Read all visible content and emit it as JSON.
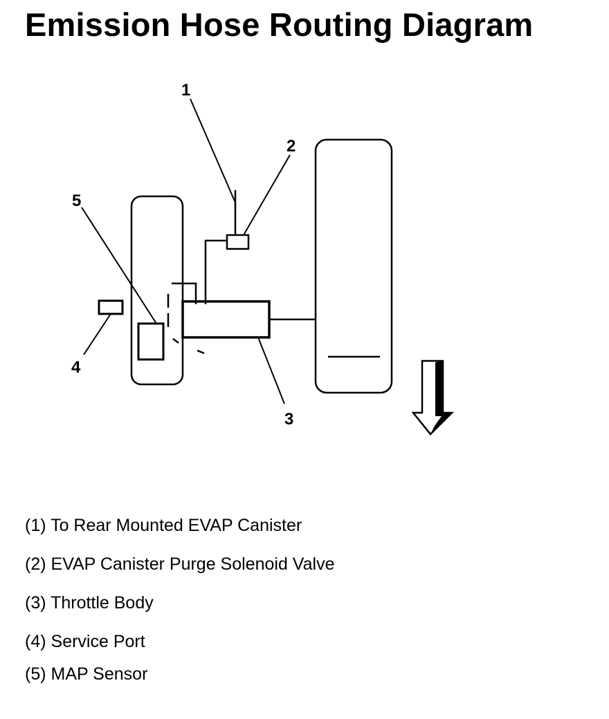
{
  "title": "Emission Hose Routing Diagram",
  "callouts": [
    "1",
    "2",
    "3",
    "4",
    "5"
  ],
  "legend": [
    {
      "number": "(1)",
      "label": "To Rear Mounted EVAP Canister"
    },
    {
      "number": "(2)",
      "label": "EVAP Canister Purge Solenoid Valve"
    },
    {
      "number": "(3)",
      "label": "Throttle Body"
    },
    {
      "number": "(4)",
      "label": "Service Port"
    },
    {
      "number": "(5)",
      "label": "MAP Sensor"
    }
  ],
  "icons": {
    "direction": "arrow-down-icon"
  },
  "colors": {
    "line": "#000000",
    "background": "#ffffff"
  }
}
